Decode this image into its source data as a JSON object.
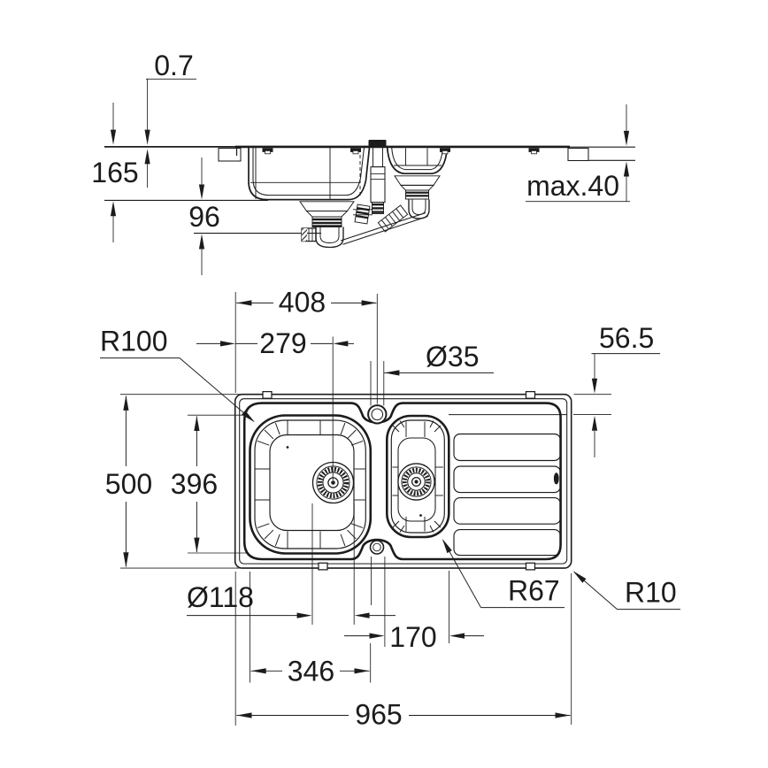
{
  "colors": {
    "background": "#ffffff",
    "ink": "#1c1c1c"
  },
  "side_view": {
    "dims": {
      "rim_thickness": "0.7",
      "bowl_depth": "165",
      "trap_clearance": "96",
      "worktop_max_thickness": "max.40"
    }
  },
  "plan_view": {
    "dims": {
      "tap_hole_center_from_left": "408",
      "main_drain_center_from_left": "279",
      "tap_hole_diameter": "Ø35",
      "main_bowl_corner_radius": "R100",
      "drainer_edge_offset": "56.5",
      "overall_depth": "500",
      "main_bowl_outer_depth": "396",
      "drain_hole_diameter": "Ø118",
      "half_bowl_outer_width": "170",
      "main_bowl_outer_width": "346",
      "overall_width": "965",
      "half_bowl_corner_radius": "R67",
      "outer_corner_radius": "R10"
    }
  }
}
